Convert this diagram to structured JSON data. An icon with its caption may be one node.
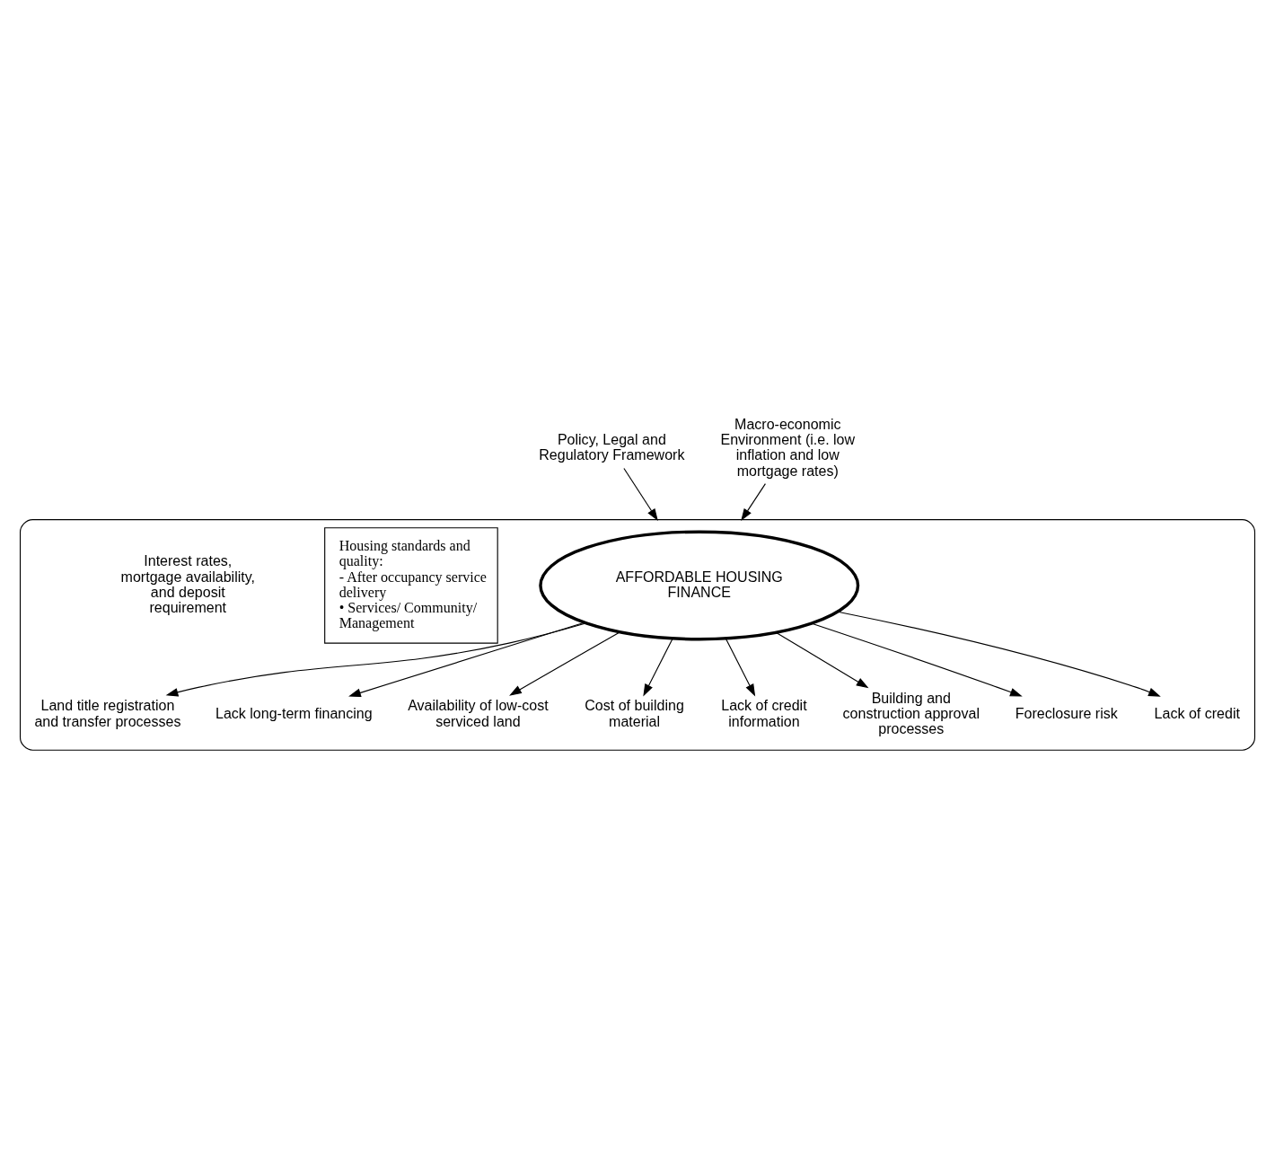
{
  "diagram": {
    "nodes": [
      {
        "text": [],
        "shape": "ellipse"
      },
      {
        "text": [
          "AFFORDABLE HOUSING FINANCE"
        ],
        "in": 0
      },
      {
        "text": [
          "Land title registration and transfer processes"
        ],
        "in": 0
      },
      {
        "text": [
          "Lack long-term financing"
        ],
        "in": 0
      },
      {
        "text": [
          "Availability of low-cost serviced land"
        ],
        "in": 0
      },
      {
        "text": [
          "Cost of building material"
        ],
        "in": 0
      },
      {
        "text": [
          "Lack of credit information"
        ],
        "in": 0
      },
      {
        "text": [
          "Building and construction approval processes"
        ],
        "in": 0
      },
      {
        "text": [
          "Foreclosure risk"
        ],
        "in": 0
      },
      {
        "text": [
          "Lack of credit"
        ],
        "in": 0
      },
      {
        "text": [
          "Housing standards and quality:",
          "- After occupancy service delivery",
          "• Services/ Community/ Management"
        ],
        "in": 0
      },
      {
        "text": [
          "Policy, Legal and Regulatory Framework"
        ]
      },
      {
        "text": [
          "Macro-economic Environment (i.e. low inflation and low mortgage rates)"
        ]
      }
    ],
    "edges": [
      {
        "from": 1,
        "to": 2,
        "arrow": "to"
      },
      {
        "from": 1,
        "to": 3,
        "arrow": "to"
      },
      {
        "from": 1,
        "to": 4,
        "arrow": "to"
      },
      {
        "from": 1,
        "to": 5,
        "arrow": "to"
      },
      {
        "from": 1,
        "to": 6,
        "arrow": "to"
      },
      {
        "from": 1,
        "to": 7,
        "arrow": "to"
      },
      {
        "from": 1,
        "to": 8,
        "arrow": "to"
      },
      {
        "from": 1,
        "to": 9,
        "arrow": "to"
      },
      {
        "from": 11,
        "to": 0,
        "arrow": "to"
      },
      {
        "from": 12,
        "to": 0,
        "arrow": "to"
      }
    ],
    "labels": [
      "Interest rates, mortgage availability, and deposit requirement"
    ]
  }
}
